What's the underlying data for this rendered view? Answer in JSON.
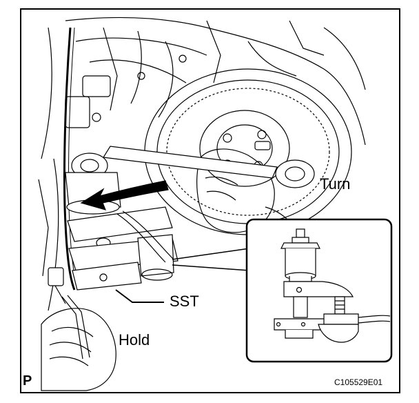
{
  "labels": {
    "turn": "Turn",
    "sst": "SST",
    "hold": "Hold",
    "corner_mark": "P",
    "figure_code": "C105529E01"
  },
  "colors": {
    "line": "#000000",
    "arrow_fill": "#000000",
    "background": "#ffffff"
  },
  "icons": {
    "rotation_arrow": "curved-arrow-left-icon"
  }
}
